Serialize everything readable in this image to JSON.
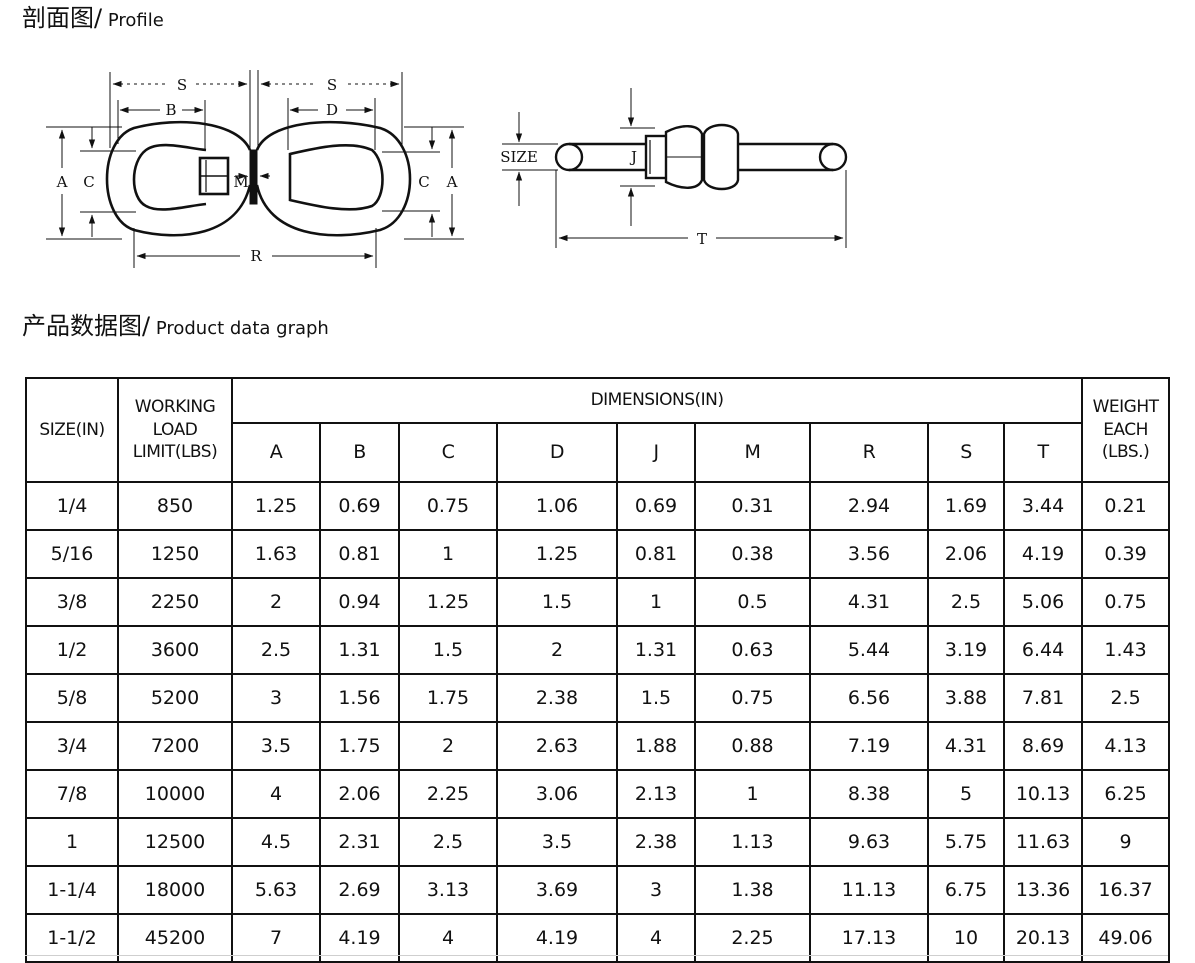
{
  "sections": {
    "profile": {
      "zh": "剖面图/",
      "en": " Profile"
    },
    "data": {
      "zh": "产品数据图/",
      "en": " Product data graph"
    }
  },
  "diagram_labels": {
    "S": "S",
    "B": "B",
    "D": "D",
    "A": "A",
    "C": "C",
    "M": "M",
    "R": "R",
    "SIZE": "SIZE",
    "J": "J",
    "T": "T"
  },
  "table": {
    "size_header": "SIZE(IN)",
    "wll_header": [
      "WORKING",
      "LOAD",
      "LIMIT(LBS)"
    ],
    "dimensions_header": "DIMENSIONS(IN)",
    "weight_header": [
      "WEIGHT",
      "EACH",
      "(LBS.)"
    ],
    "dimension_columns": [
      "A",
      "B",
      "C",
      "D",
      "J",
      "M",
      "R",
      "S",
      "T"
    ],
    "rows": [
      [
        "1/4",
        "850",
        "1.25",
        "0.69",
        "0.75",
        "1.06",
        "0.69",
        "0.31",
        "2.94",
        "1.69",
        "3.44",
        "0.21"
      ],
      [
        "5/16",
        "1250",
        "1.63",
        "0.81",
        "1",
        "1.25",
        "0.81",
        "0.38",
        "3.56",
        "2.06",
        "4.19",
        "0.39"
      ],
      [
        "3/8",
        "2250",
        "2",
        "0.94",
        "1.25",
        "1.5",
        "1",
        "0.5",
        "4.31",
        "2.5",
        "5.06",
        "0.75"
      ],
      [
        "1/2",
        "3600",
        "2.5",
        "1.31",
        "1.5",
        "2",
        "1.31",
        "0.63",
        "5.44",
        "3.19",
        "6.44",
        "1.43"
      ],
      [
        "5/8",
        "5200",
        "3",
        "1.56",
        "1.75",
        "2.38",
        "1.5",
        "0.75",
        "6.56",
        "3.88",
        "7.81",
        "2.5"
      ],
      [
        "3/4",
        "7200",
        "3.5",
        "1.75",
        "2",
        "2.63",
        "1.88",
        "0.88",
        "7.19",
        "4.31",
        "8.69",
        "4.13"
      ],
      [
        "7/8",
        "10000",
        "4",
        "2.06",
        "2.25",
        "3.06",
        "2.13",
        "1",
        "8.38",
        "5",
        "10.13",
        "6.25"
      ],
      [
        "1",
        "12500",
        "4.5",
        "2.31",
        "2.5",
        "3.5",
        "2.38",
        "1.13",
        "9.63",
        "5.75",
        "11.63",
        "9"
      ],
      [
        "1-1/4",
        "18000",
        "5.63",
        "2.69",
        "3.13",
        "3.69",
        "3",
        "1.38",
        "11.13",
        "6.75",
        "13.36",
        "16.37"
      ],
      [
        "1-1/2",
        "45200",
        "7",
        "4.19",
        "4",
        "4.19",
        "4",
        "2.25",
        "17.13",
        "10",
        "20.13",
        "49.06"
      ]
    ]
  }
}
